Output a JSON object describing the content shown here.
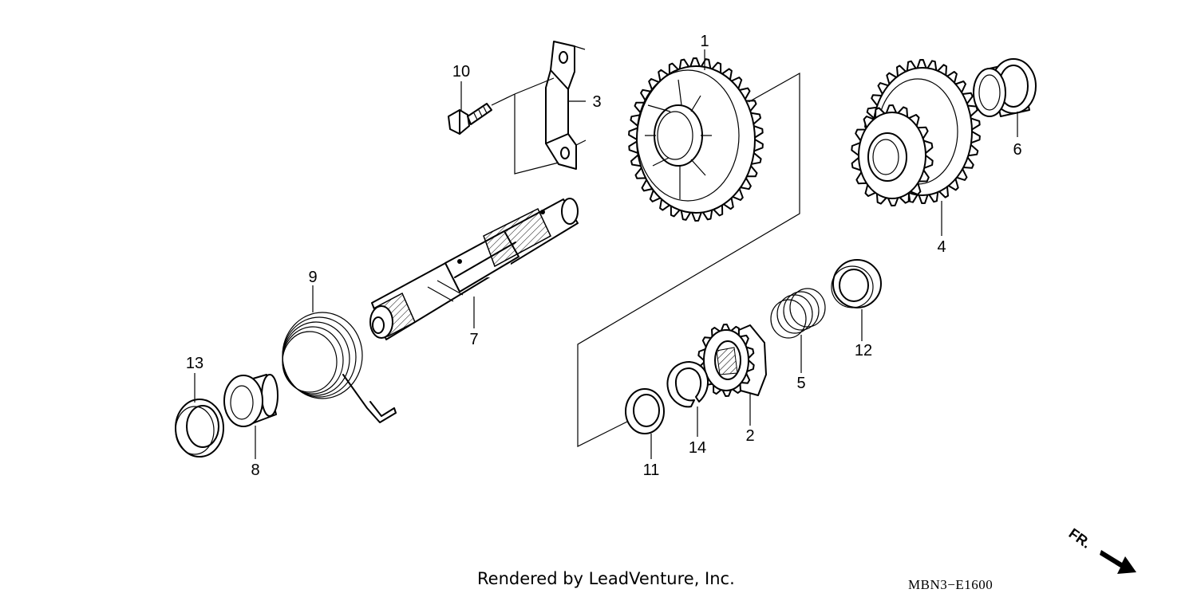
{
  "labels": {
    "p1": "1",
    "p2": "2",
    "p3": "3",
    "p4": "4",
    "p5": "5",
    "p6": "6",
    "p7": "7",
    "p8": "8",
    "p9": "9",
    "p10": "10",
    "p11": "11",
    "p12": "12",
    "p13": "13",
    "p14": "14"
  },
  "direction_marker": "FR.",
  "credit": "Rendered by LeadVenture, Inc.",
  "diagram_code": "MBN3−E1600"
}
